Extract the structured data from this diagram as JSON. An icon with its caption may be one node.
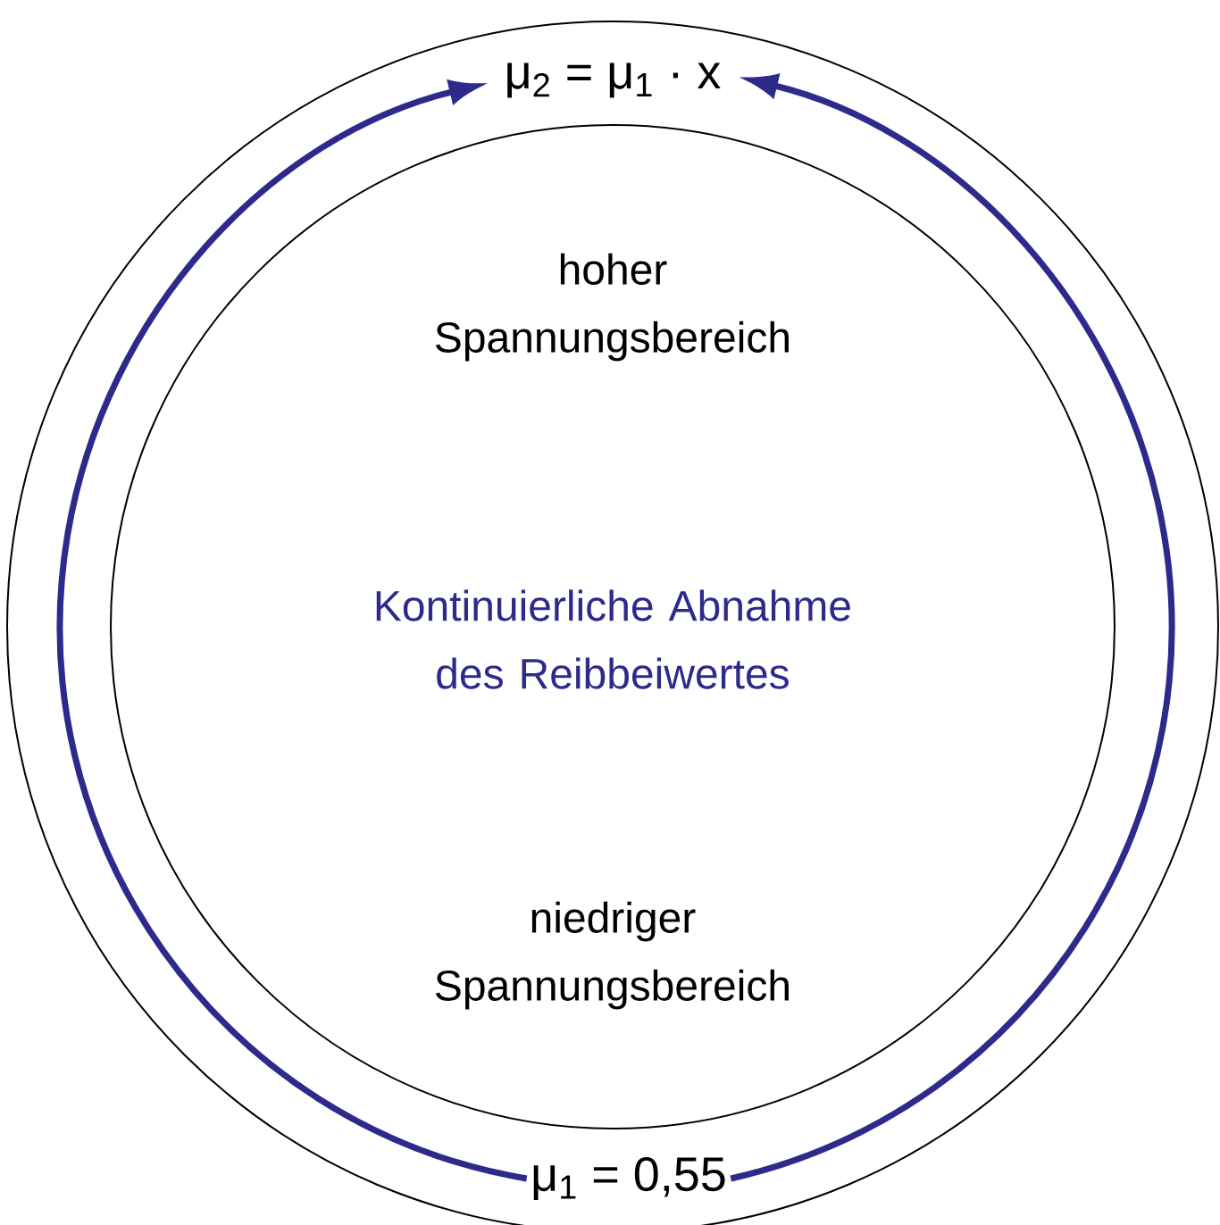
{
  "diagram": {
    "nodes": [
      {
        "text": [],
        "shape": "circle"
      },
      {
        "text": [
          "hoher Spannungsbereich",
          "Kontinuierliche Abnahme des Reibbeiwertes",
          "niedriger Spannungsbereich"
        ],
        "in": 0
      },
      {
        "text": [
          "μ$_{1}$ = 0,55"
        ],
        "in": 0
      },
      {
        "text": [
          "μ$_{2}$ = μ$_{1}$ · x"
        ],
        "in": 0
      }
    ],
    "edges": [
      {
        "from": 2,
        "to": 3,
        "arrow": "to",
        "color": "#2e2a8c"
      },
      {
        "from": 2,
        "to": 3,
        "arrow": "to",
        "color": "#2e2a8c"
      }
    ]
  }
}
